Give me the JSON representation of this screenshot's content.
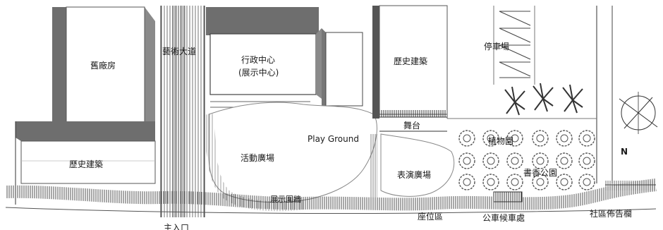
{
  "labels": {
    "old_factory": "舊廠房",
    "art_avenue": "藝術大道",
    "admin_center_line1": "行政中心",
    "admin_center_line2": "(展示中心)",
    "historic_building_top": "歷史建築",
    "parking": "停車場",
    "stage": "舞台",
    "playground": "Play Ground",
    "activity_plaza": "活動廣場",
    "historic_building_left": "歷史建築",
    "performance_plaza": "表演廣場",
    "botanic_garden": "植物園",
    "book_park": "書香公園",
    "display_wall": "展示圍牆",
    "seating_area": "座位區",
    "bus_stop": "公車候車處",
    "community_board": "社區佈告欄",
    "entrance": "主入口",
    "north": "N"
  },
  "colors": {
    "shadow": "#6e6e6e",
    "line": "#4a4a4a",
    "tree": "#555555"
  }
}
